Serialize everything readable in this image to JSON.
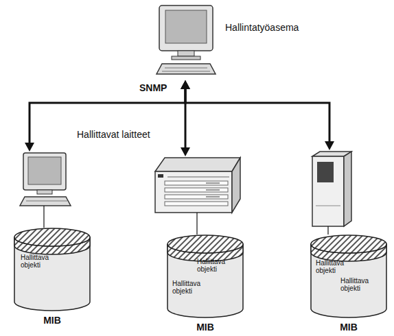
{
  "diagram": {
    "nodes": [
      {
        "text": [
          "Hallintatyöasema"
        ]
      },
      {
        "text": [
          "Hallittava objekti",
          "MIB"
        ]
      },
      {
        "text": [
          "Hallittava objekti",
          "Hallittava objekti",
          "MIB"
        ]
      },
      {
        "text": [
          "Hallittava objekti",
          "Hallittava objekti",
          "MIB"
        ]
      }
    ],
    "edges": [
      {
        "from": 0,
        "to": 1,
        "arrow": "both"
      },
      {
        "from": 0,
        "to": 2,
        "label": "SNMP",
        "arrow": "both"
      },
      {
        "from": 0,
        "to": 3,
        "arrow": "both"
      }
    ],
    "labels": [
      "Hallittavat laitteet"
    ]
  }
}
